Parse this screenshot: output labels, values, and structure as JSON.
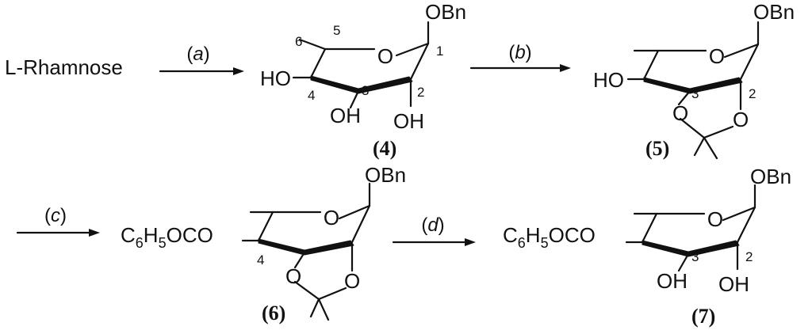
{
  "start_material": "L-Rhamnose",
  "steps": [
    {
      "label": "a"
    },
    {
      "label": "b"
    },
    {
      "label": "c"
    },
    {
      "label": "d"
    }
  ],
  "compounds": [
    {
      "number": "4",
      "groups": {
        "anomeric": "OBn",
        "c4": "HO",
        "c3": "OH",
        "c2": "OH"
      },
      "atom_numbers": [
        "1",
        "2",
        "3",
        "4",
        "5",
        "6"
      ]
    },
    {
      "number": "5",
      "groups": {
        "anomeric": "OBn",
        "c4": "HO"
      },
      "atom_numbers": [
        "3",
        "2"
      ]
    },
    {
      "number": "6",
      "groups": {
        "anomeric": "OBn"
      },
      "atom_numbers": [
        "4"
      ]
    },
    {
      "number": "7",
      "groups": {
        "anomeric": "OBn",
        "c3": "OH",
        "c2": "OH"
      },
      "atom_numbers": [
        "3",
        "2"
      ]
    }
  ],
  "ring_oxygen": "O",
  "dioxolane_oxygen": "O",
  "benzoyl": {
    "c": "C",
    "six": "6",
    "h": "H",
    "five": "5",
    "rest": "OCO"
  }
}
